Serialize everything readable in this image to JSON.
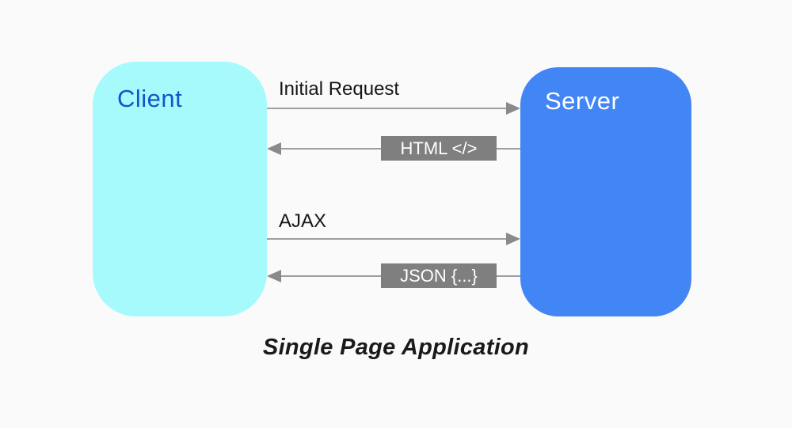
{
  "diagram": {
    "caption": "Single Page Application",
    "nodes": {
      "client": {
        "label": "Client",
        "bg_color": "#a7fafc",
        "text_color": "#1155cc"
      },
      "server": {
        "label": "Server",
        "bg_color": "#4285f4",
        "text_color": "#ffffff"
      }
    },
    "arrows": [
      {
        "label": "Initial Request",
        "from": "client",
        "to": "server",
        "direction": "right",
        "label_style": "plain-above"
      },
      {
        "label": "HTML </>",
        "from": "server",
        "to": "client",
        "direction": "left",
        "label_style": "gray-box"
      },
      {
        "label": "AJAX",
        "from": "client",
        "to": "server",
        "direction": "right",
        "label_style": "plain-above"
      },
      {
        "label": "JSON {...}",
        "from": "server",
        "to": "client",
        "direction": "left",
        "label_style": "gray-box"
      }
    ],
    "colors": {
      "background": "#fafafa",
      "arrow_line": "#9e9e9e",
      "arrow_head": "#8a8a8a",
      "tag_box_bg": "#7f7f7f",
      "tag_box_text": "#ffffff",
      "flow_label_text": "#151515",
      "caption_text": "#1a1a1a"
    }
  }
}
